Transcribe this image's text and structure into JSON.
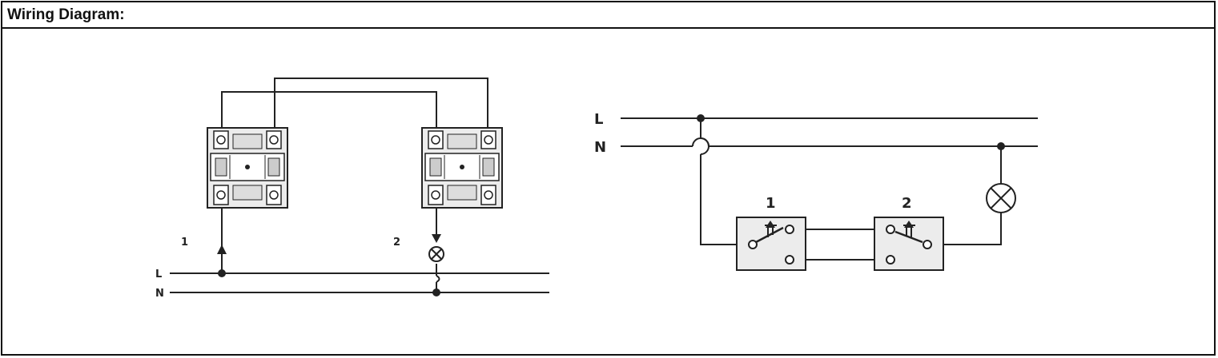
{
  "header": {
    "title": "Wiring Diagram:"
  },
  "physical": {
    "switch_1_label": "1",
    "switch_2_label": "2",
    "line_label": "L",
    "neutral_label": "N"
  },
  "schematic": {
    "line_label": "L",
    "neutral_label": "N",
    "switch_1_label": "1",
    "switch_2_label": "2"
  },
  "colors": {
    "ink": "#222222",
    "border": "#111111",
    "switch_fill": "#ececec"
  },
  "icons": [
    "lamp-icon",
    "two-way-switch-icon",
    "junction-dot-icon",
    "arrow-up-icon",
    "arrow-down-icon"
  ]
}
